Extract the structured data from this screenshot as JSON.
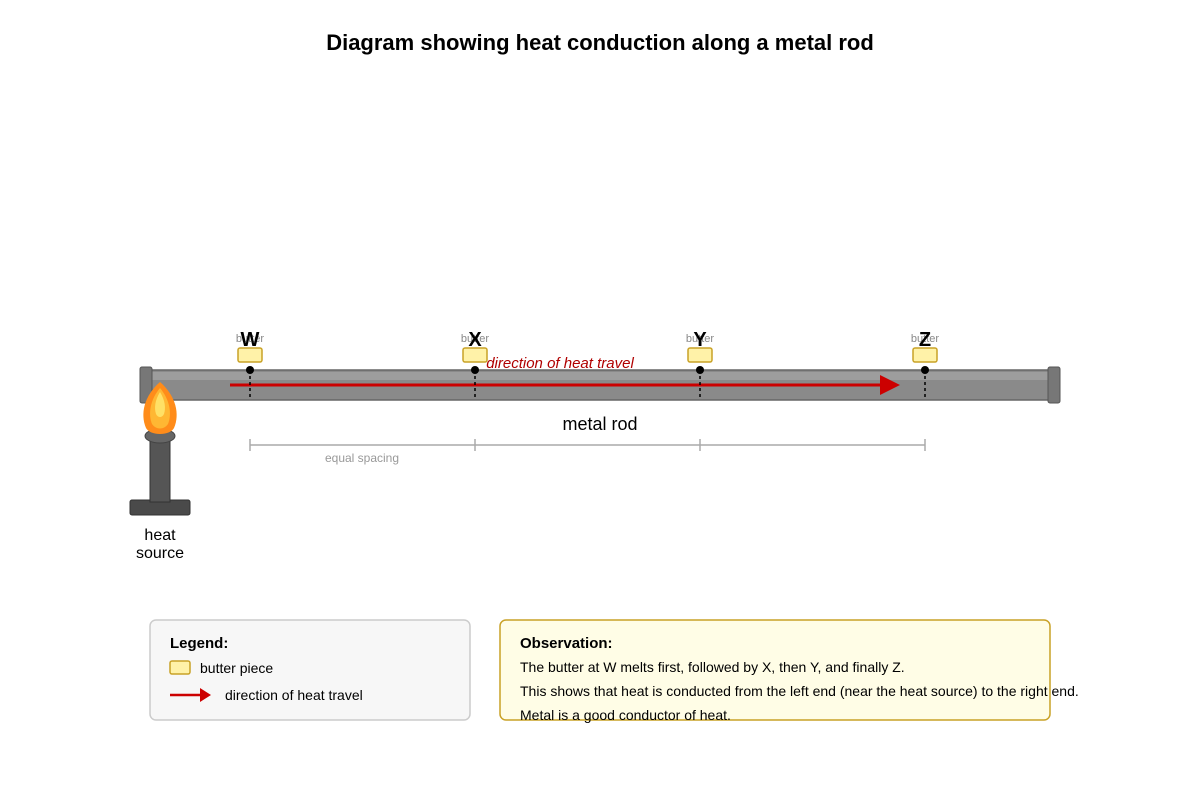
{
  "title": "Diagram showing heat conduction along a metal rod",
  "rod_label": "metal rod",
  "arrow_label": "direction of heat travel",
  "spacing_label": "equal spacing",
  "heat_source": {
    "line1": "heat",
    "line2": "source"
  },
  "points": [
    {
      "id": "W",
      "butter_label": "butter"
    },
    {
      "id": "X",
      "butter_label": "butter"
    },
    {
      "id": "Y",
      "butter_label": "butter"
    },
    {
      "id": "Z",
      "butter_label": "butter"
    }
  ],
  "legend": {
    "heading": "Legend:",
    "butter": "butter piece",
    "arrow": "direction of heat travel"
  },
  "observation": {
    "heading": "Observation:",
    "line1": "The butter at W melts first, followed by X, then Y, and finally Z.",
    "line2": "This shows that heat is conducted from the left end (near the heat source) to the right end.",
    "line3": "Metal is a good conductor of heat."
  },
  "colors": {
    "rod": "#8a8a8a",
    "rod_end": "#777777",
    "arrow": "#cc0000",
    "butter_fill": "#fff2a8",
    "butter_stroke": "#c9a227",
    "flame_outer": "#ff8c1a",
    "flame_inner": "#ffd24d",
    "burner": "#555555",
    "observation_fill": "#fffde6",
    "observation_stroke": "#c9a227",
    "legend_fill": "#f7f7f7",
    "legend_stroke": "#cccccc"
  }
}
